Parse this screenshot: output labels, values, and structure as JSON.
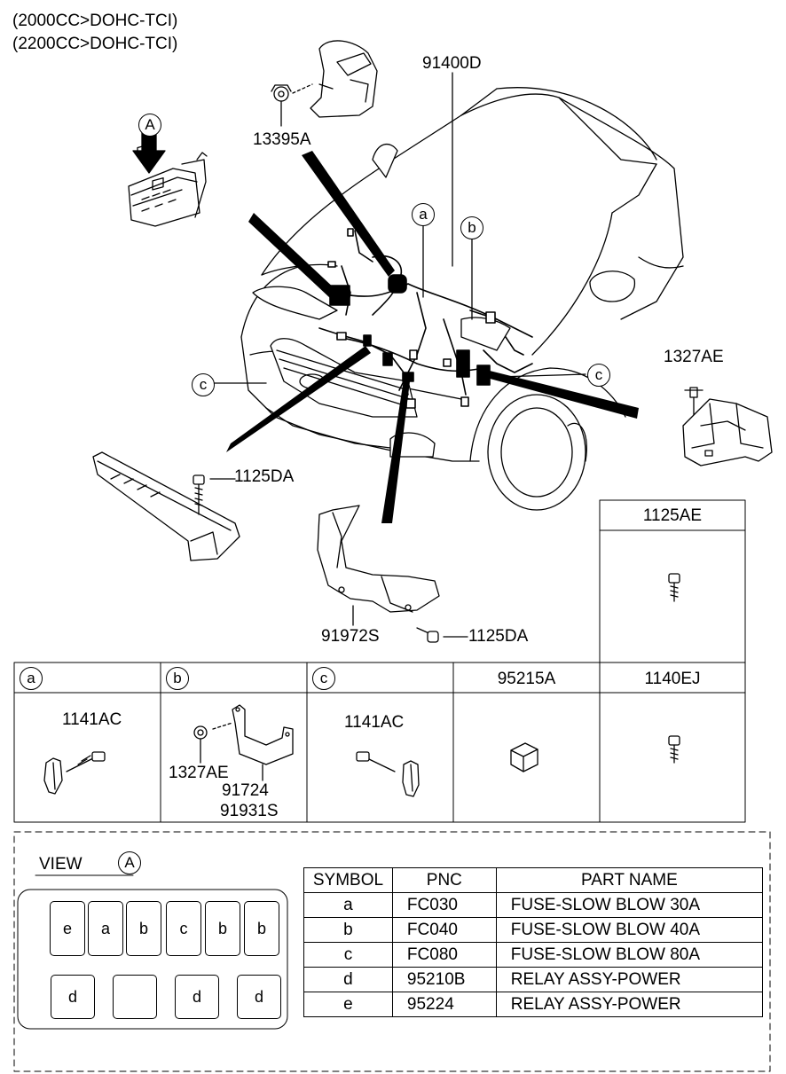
{
  "header": {
    "line1": "(2000CC>DOHC-TCI)",
    "line2": "(2200CC>DOHC-TCI)"
  },
  "callouts": {
    "harness": "91400D",
    "nut_top": "13395A",
    "nut_right": "1327AE",
    "bolt_left": "1125DA",
    "bracket_bottom": "91972S",
    "bolt_bottom": "1125DA",
    "view_marker": "A",
    "circle_a": "a",
    "circle_b": "b",
    "circle_c_left": "c",
    "circle_c_right": "c"
  },
  "detail_grid": {
    "top_cell_label": "1125AE",
    "cells": [
      {
        "header": "a",
        "circled": true,
        "parts": [
          "1141AC"
        ]
      },
      {
        "header": "b",
        "circled": true,
        "parts": [
          "1327AE",
          "91724",
          "91931S"
        ]
      },
      {
        "header": "c",
        "circled": true,
        "parts": [
          "1141AC"
        ]
      },
      {
        "header": "95215A",
        "circled": false,
        "parts": []
      },
      {
        "header": "1140EJ",
        "circled": false,
        "parts": []
      }
    ]
  },
  "view_a": {
    "title": "VIEW",
    "marker": "A",
    "top_row": [
      "e",
      "a",
      "b",
      "c",
      "b",
      "b"
    ],
    "bottom_row": [
      "d",
      "",
      "d",
      "d"
    ]
  },
  "parts_table": {
    "headers": [
      "SYMBOL",
      "PNC",
      "PART NAME"
    ],
    "rows": [
      {
        "symbol": "a",
        "pnc": "FC030",
        "name": "FUSE-SLOW BLOW 30A"
      },
      {
        "symbol": "b",
        "pnc": "FC040",
        "name": "FUSE-SLOW BLOW 40A"
      },
      {
        "symbol": "c",
        "pnc": "FC080",
        "name": "FUSE-SLOW BLOW 80A"
      },
      {
        "symbol": "d",
        "pnc": "95210B",
        "name": "RELAY ASSY-POWER"
      },
      {
        "symbol": "e",
        "pnc": "95224",
        "name": "RELAY ASSY-POWER"
      }
    ]
  }
}
